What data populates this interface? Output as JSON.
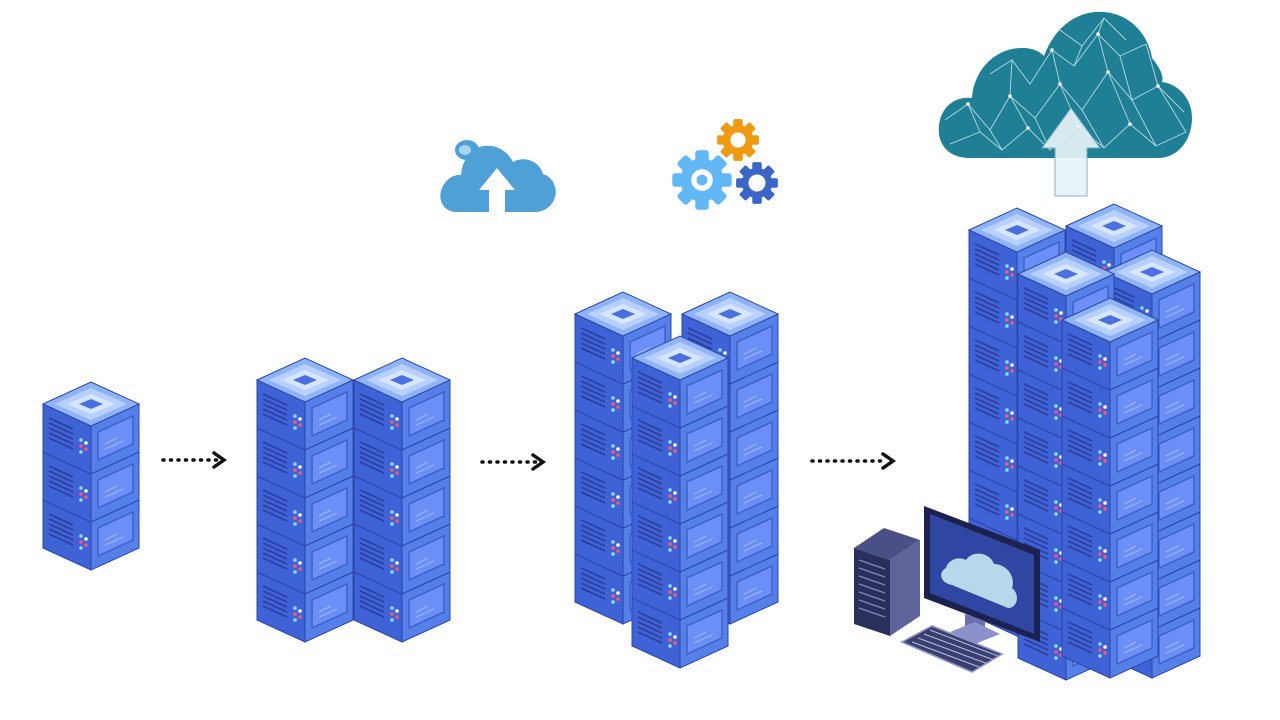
{
  "colors": {
    "server_top": "#93b9f5",
    "server_top_inner": "#c8dcff",
    "server_front": "#4f7ae6",
    "server_side": "#3c5fd0",
    "server_edge": "#2b45a8",
    "panel": "#6b8ff6",
    "panel_dark": "#3d5ec4",
    "led_red": "#ff5577",
    "led_cyan": "#7fe3ff",
    "arrow": "#111111",
    "cloud_upload": "#4fa0d6",
    "gear_orange": "#f09a12",
    "gear_light": "#62b8f5",
    "gear_blue": "#3a66c8",
    "mesh_cloud": "#1f7f94",
    "monitor_screen": "#2f46a3",
    "screen_cloud": "#b7d8ea",
    "tower": "#3a3f6e"
  },
  "stages": [
    {
      "name": "single-server",
      "stacks": 1,
      "units": 3
    },
    {
      "name": "two-servers",
      "stacks": 2,
      "units": 5
    },
    {
      "name": "three-servers",
      "stacks": 3,
      "units": 6
    },
    {
      "name": "server-farm",
      "stacks": 5,
      "units": 11
    }
  ],
  "icons": [
    "cloud-upload-icon",
    "gears-icon",
    "mesh-cloud-icon",
    "desktop-computer-icon",
    "arrow-right-icon"
  ]
}
